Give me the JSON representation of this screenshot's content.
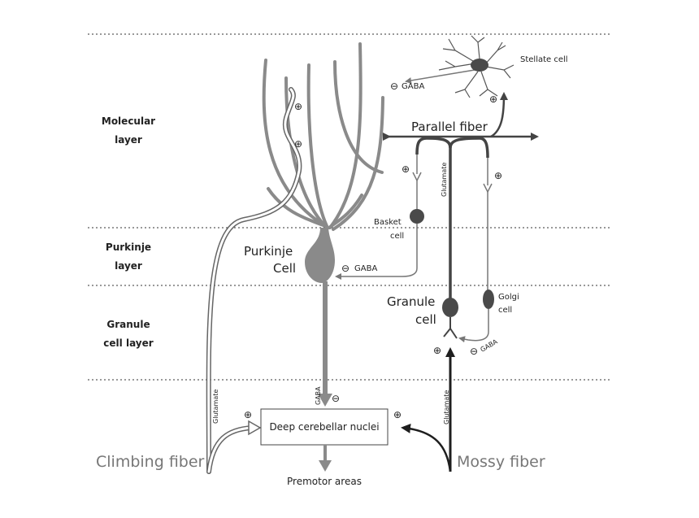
{
  "layers": {
    "molecular": [
      "Molecular",
      "layer"
    ],
    "purkinje": [
      "Purkinje",
      "layer"
    ],
    "granule": [
      "Granule",
      "cell layer"
    ]
  },
  "cells": {
    "stellate": "Stellate cell",
    "parallel_fiber": "Parallel fiber",
    "purkinje": [
      "Purkinje",
      "Cell"
    ],
    "basket": [
      "Basket",
      "cell"
    ],
    "granule": [
      "Granule",
      "cell"
    ],
    "golgi": [
      "Golgi",
      "cell"
    ],
    "deep_nuclei": "Deep cerebellar nuclei",
    "premotor": "Premotor areas",
    "climbing_fiber": "Climbing fiber",
    "mossy_fiber": "Mossy fiber"
  },
  "transmitters": {
    "gaba": "GABA",
    "glutamate": "Glutamate"
  },
  "signs": {
    "excitatory": "⊕",
    "inhibitory": "⊖"
  },
  "colors": {
    "purkinje": "#8a8a8a",
    "dark_cell": "#4a4a4a",
    "climbing": "#b5b5b5",
    "mossy": "#1e1e1e",
    "divider": "#333333"
  }
}
